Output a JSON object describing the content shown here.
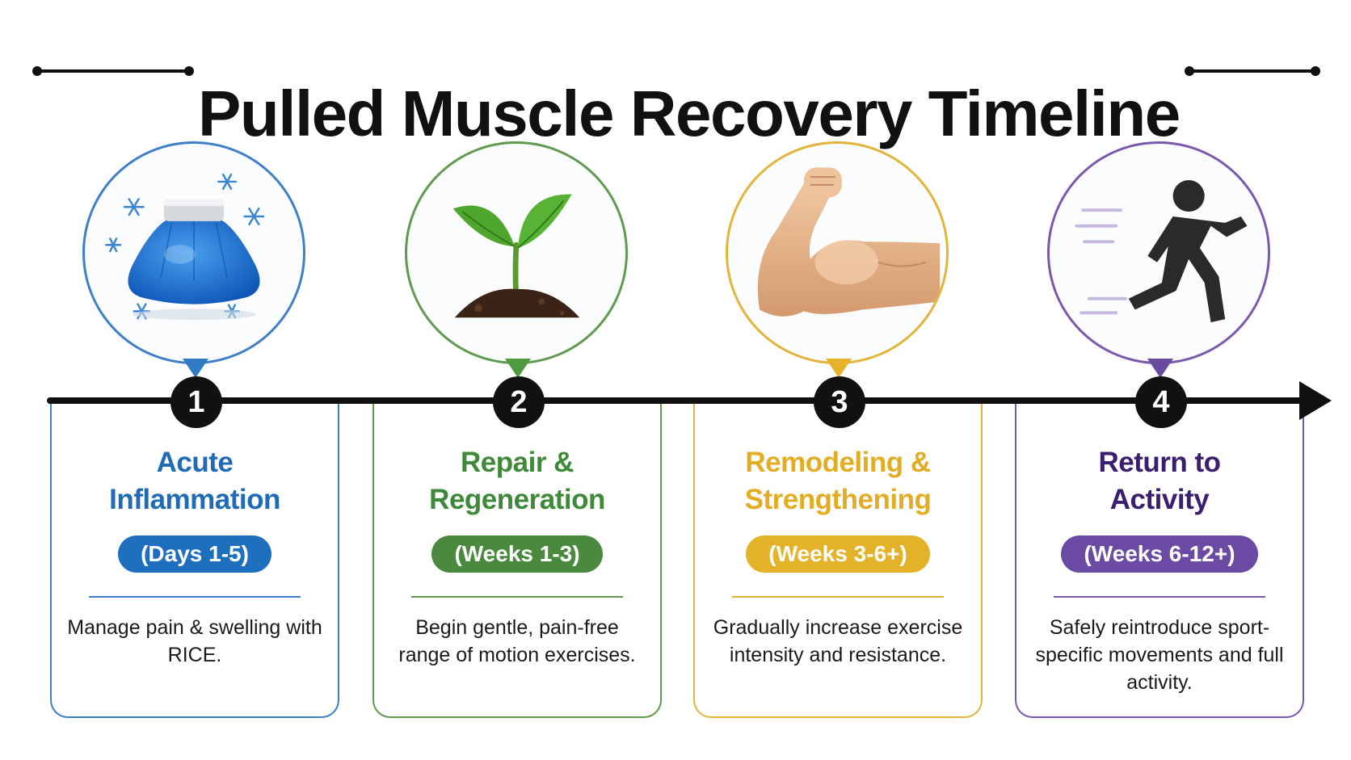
{
  "header": {
    "title": "Pulled Muscle Recovery Timeline"
  },
  "stages": [
    {
      "number": "1",
      "heading_line1": "Acute",
      "heading_line2": "Inflammation",
      "duration": "(Days 1-5)",
      "description": "Manage pain & swelling with RICE.",
      "icon": "ice-pack-icon",
      "color": "#1f6fbf"
    },
    {
      "number": "2",
      "heading_line1": "Repair &",
      "heading_line2": "Regeneration",
      "duration": "(Weeks 1-3)",
      "description": "Begin gentle, pain-free range of motion exercises.",
      "icon": "sprout-icon",
      "color": "#4a8a3e"
    },
    {
      "number": "3",
      "heading_line1": "Remodeling &",
      "heading_line2": "Strengthening",
      "duration": "(Weeks 3-6+)",
      "description": "Gradually increase exercise intensity and resistance.",
      "icon": "flexed-arm-icon",
      "color": "#e4b229"
    },
    {
      "number": "4",
      "heading_line1": "Return to",
      "heading_line2": "Activity",
      "duration": "(Weeks 6-12+)",
      "description": "Safely reintroduce sport-specific movements and full activity.",
      "icon": "running-person-icon",
      "color": "#6a4aa3"
    }
  ]
}
